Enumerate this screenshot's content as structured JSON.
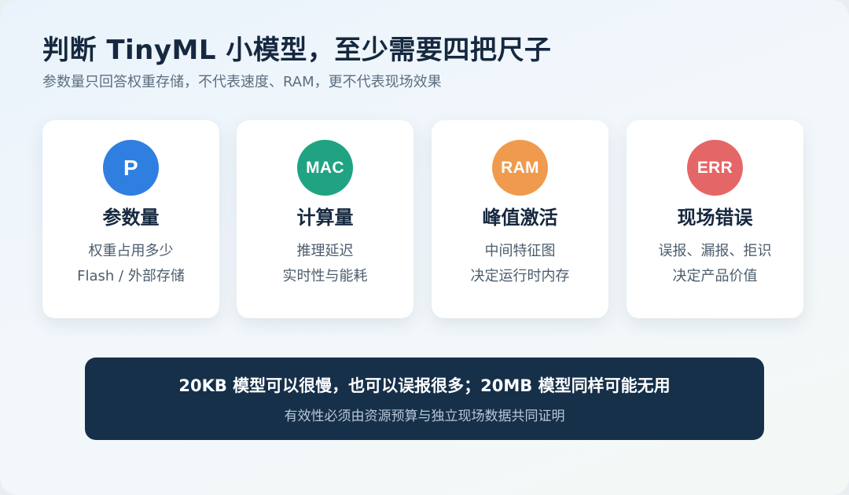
{
  "header": {
    "title": "判断 TinyML 小模型，至少需要四把尺子",
    "subtitle": "参数量只回答权重存储，不代表速度、RAM，更不代表现场效果"
  },
  "cards": [
    {
      "badge": "P",
      "badge_color": "#2f7fe0",
      "title": "参数量",
      "line1": "权重占用多少",
      "line2": "Flash / 外部存储"
    },
    {
      "badge": "MAC",
      "badge_color": "#1fa382",
      "title": "计算量",
      "line1": "推理延迟",
      "line2": "实时性与能耗"
    },
    {
      "badge": "RAM",
      "badge_color": "#f09a4e",
      "title": "峰值激活",
      "line1": "中间特征图",
      "line2": "决定运行时内存"
    },
    {
      "badge": "ERR",
      "badge_color": "#e56666",
      "title": "现场错误",
      "line1": "误报、漏报、拒识",
      "line2": "决定产品价值"
    }
  ],
  "banner": {
    "main": "20KB 模型可以很慢，也可以误报很多；20MB 模型同样可能无用",
    "sub": "有效性必须由资源预算与独立现场数据共同证明"
  },
  "colors": {
    "title_text": "#15283f",
    "banner_background": "#163049"
  }
}
